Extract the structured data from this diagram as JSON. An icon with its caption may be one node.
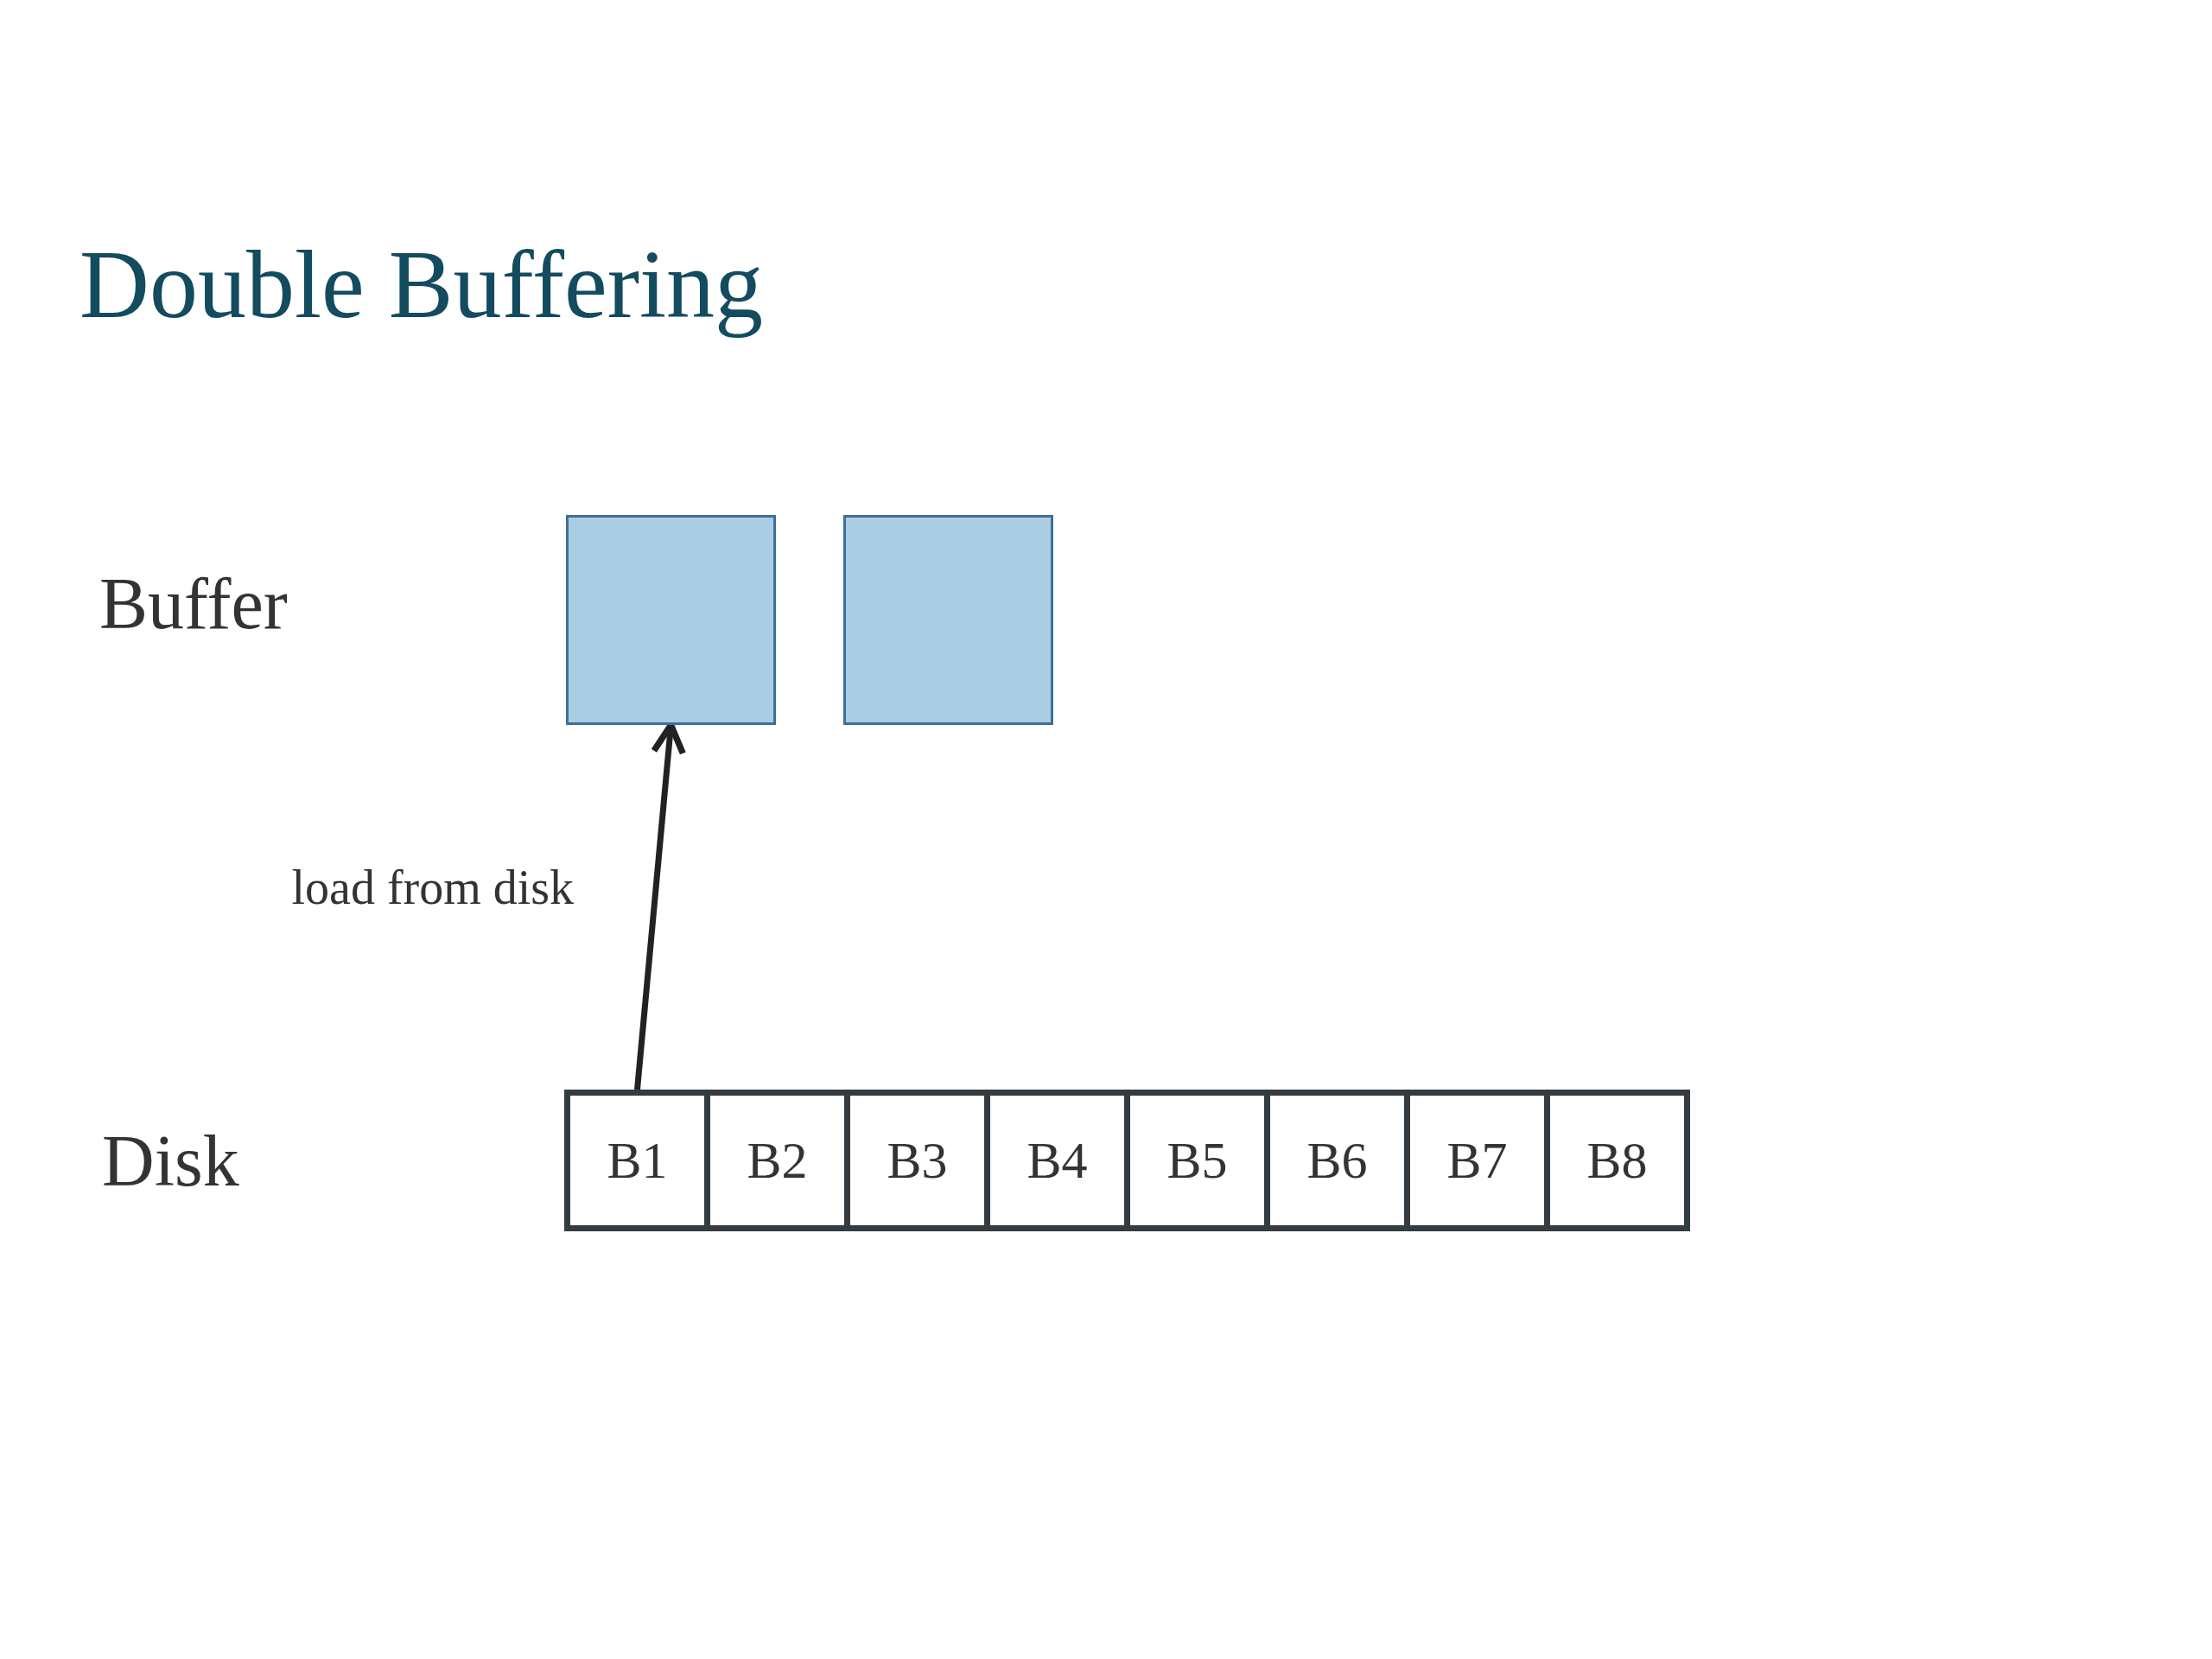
{
  "diagram": {
    "title": "Double Buffering",
    "nodes": [
      {
        "text": [],
        "shape": "box"
      },
      {
        "text": [],
        "shape": "box"
      },
      {
        "text": [
          "B1"
        ]
      },
      {
        "text": [
          "B2"
        ]
      },
      {
        "text": [
          "B3"
        ]
      },
      {
        "text": [
          "B4"
        ]
      },
      {
        "text": [
          "B5"
        ]
      },
      {
        "text": [
          "B6"
        ]
      },
      {
        "text": [
          "B7"
        ]
      },
      {
        "text": [
          "B8"
        ]
      }
    ],
    "edges": [
      {
        "from": 2,
        "to": 0,
        "arrow": "to",
        "label": "load from disk"
      }
    ],
    "labels": [
      "Buffer",
      "Disk"
    ]
  }
}
